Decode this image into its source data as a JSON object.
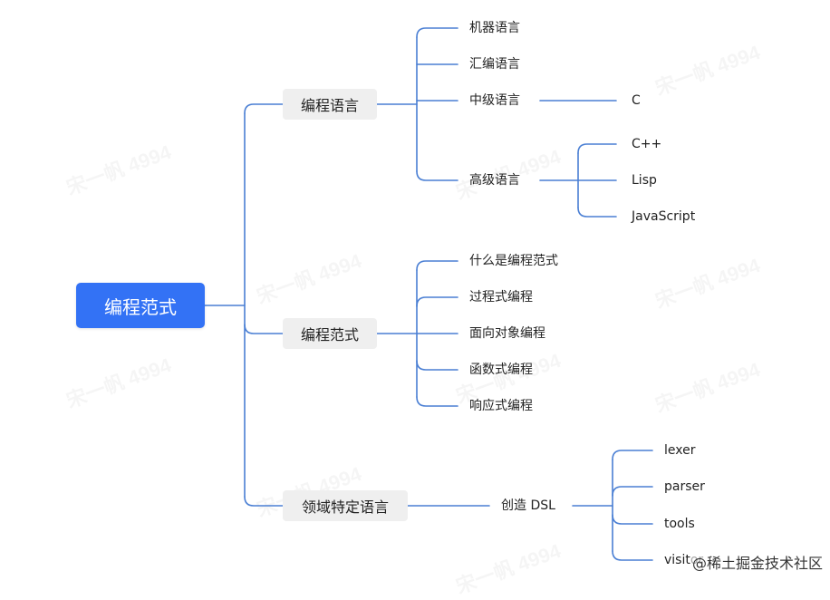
{
  "root": {
    "label": "编程范式"
  },
  "branches": [
    {
      "label": "编程语言",
      "children": [
        {
          "label": "机器语言"
        },
        {
          "label": "汇编语言"
        },
        {
          "label": "中级语言",
          "children": [
            {
              "label": "C"
            }
          ]
        },
        {
          "label": "高级语言",
          "children": [
            {
              "label": "C++"
            },
            {
              "label": "Lisp"
            },
            {
              "label": "JavaScript"
            }
          ]
        }
      ]
    },
    {
      "label": "编程范式",
      "children": [
        {
          "label": "什么是编程范式"
        },
        {
          "label": "过程式编程"
        },
        {
          "label": "面向对象编程"
        },
        {
          "label": "函数式编程"
        },
        {
          "label": "响应式编程"
        }
      ]
    },
    {
      "label": "领域特定语言",
      "children": [
        {
          "label": "创造 DSL",
          "children": [
            {
              "label": "lexer"
            },
            {
              "label": "parser"
            },
            {
              "label": "tools"
            },
            {
              "label": "visitor"
            }
          ]
        }
      ]
    }
  ],
  "watermark": "宋一帆 4994",
  "footer": "@稀土掘金技术社区",
  "colors": {
    "root_bg": "#3372f5",
    "branch_bg": "#efefef",
    "line": "#4a7fd4"
  }
}
